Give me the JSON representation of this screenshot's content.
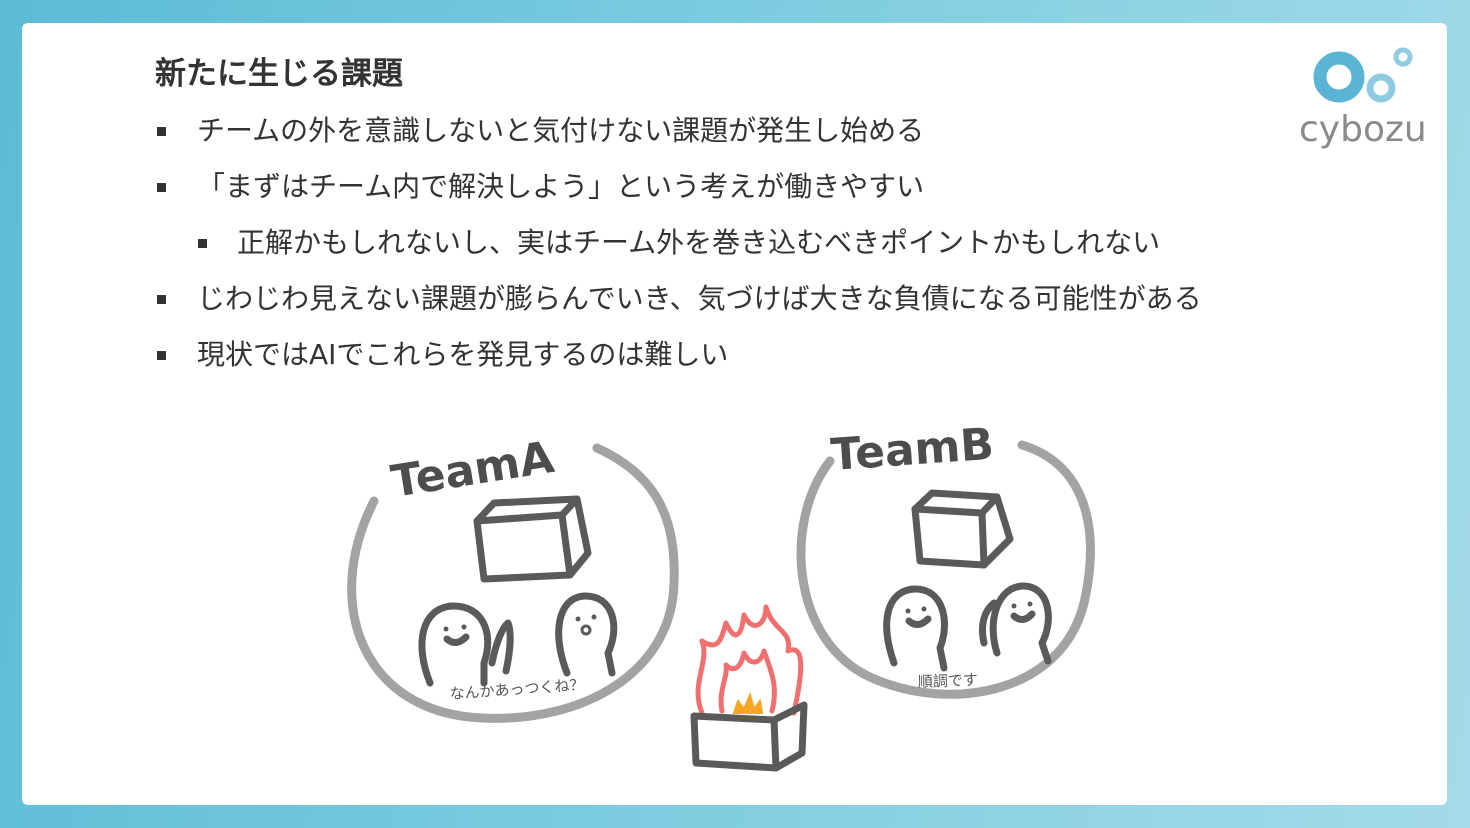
{
  "slide": {
    "title": "新たに生じる課題",
    "bullets": [
      {
        "level": 1,
        "text": "チームの外を意識しないと気付けない課題が発生し始める"
      },
      {
        "level": 1,
        "text": "「まずはチーム内で解決しよう」という考えが働きやすい"
      },
      {
        "level": 2,
        "text": "正解かもしれないし、実はチーム外を巻き込むべきポイントかもしれない"
      },
      {
        "level": 1,
        "text": "じわじわ見えない課題が膨らんでいき、気づけば大きな負債になる可能性がある"
      },
      {
        "level": 1,
        "text": "現状ではAIでこれらを発見するのは難しい"
      }
    ]
  },
  "logo": {
    "text": "cybozu",
    "circle_color": "#5bb4d4",
    "light_circle_color": "#8fcbe3",
    "text_color": "#8a8a8a"
  },
  "illustration": {
    "team_a_label": "TeamA",
    "team_a_caption": "なんかあっつくね？",
    "team_b_label": "TeamB",
    "team_b_caption": "順調です",
    "ring_color": "#a3a3a3",
    "line_color": "#5a5a5a",
    "fire_color": "#f07070",
    "fire_core_color": "#f5a623"
  }
}
